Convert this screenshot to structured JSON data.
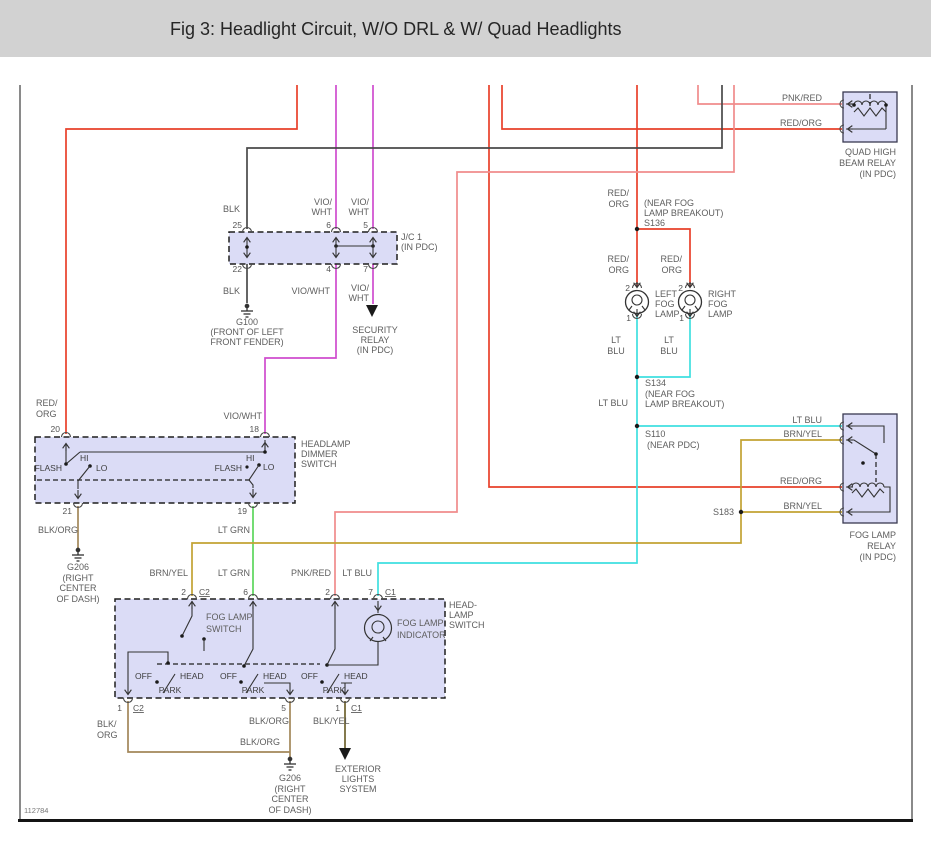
{
  "title": "Fig 3: Headlight Circuit, W/O DRL & W/ Quad Headlights",
  "sheet_id": "112784",
  "colors": {
    "title_band": "#d2d2d2",
    "page_bg": "#ffffff",
    "box_fill": "#dbdcf6",
    "red_org": "#e8402a",
    "pnk_red": "#f08c8c",
    "vio_wht": "#cf4cce",
    "blk": "#4a4a4a",
    "lt_blu": "#3fdfe0",
    "lt_grn": "#5cd65c",
    "brn_yel": "#c2a233",
    "blk_org": "#a3875a",
    "blk_yel": "#6f622e"
  },
  "wire_labels": {
    "blk": "BLK",
    "vio": "VIO/",
    "wht": "WHT",
    "vio_wht": "VIO/WHT",
    "red": "RED/",
    "org": "ORG",
    "red_org": "RED/ORG",
    "pnk_red": "PNK/RED",
    "lt": "LT",
    "blu": "BLU",
    "lt_blu": "LT BLU",
    "lt_grn": "LT GRN",
    "brn_yel": "BRN/YEL",
    "blk_": "BLK/",
    "blk_org": "BLK/ORG",
    "blk_yel": "BLK/YEL"
  },
  "jc1": {
    "name": "J/C 1",
    "loc": "(IN PDC)",
    "p25": "25",
    "p6": "6",
    "p5": "5",
    "p22": "22",
    "p4": "4",
    "p7": "7"
  },
  "g100": {
    "name": "G100",
    "loc1": "(FRONT OF LEFT",
    "loc2": "FRONT FENDER)"
  },
  "security_relay": {
    "l1": "SECURITY",
    "l2": "RELAY",
    "l3": "(IN PDC)"
  },
  "quad_relay": {
    "l1": "QUAD HIGH",
    "l2": "BEAM RELAY",
    "l3": "(IN PDC)"
  },
  "fog_relay": {
    "l1": "FOG LAMP",
    "l2": "RELAY",
    "l3": "(IN PDC)"
  },
  "splices": {
    "s136_1": "(NEAR FOG",
    "s136_2": "LAMP BREAKOUT)",
    "s136_3": "S136",
    "s134_1": "S134",
    "s134_2": "(NEAR FOG",
    "s134_3": "LAMP BREAKOUT)",
    "s110_1": "S110",
    "s110_2": "(NEAR PDC)",
    "s183": "S183"
  },
  "left_fog_lamp": {
    "l1": "LEFT",
    "l2": "FOG",
    "l3": "LAMP",
    "pin2": "2",
    "pin1": "1"
  },
  "right_fog_lamp": {
    "l1": "RIGHT",
    "l2": "FOG",
    "l3": "LAMP",
    "pin2": "2",
    "pin1": "1"
  },
  "dimmer": {
    "n1": "HEADLAMP",
    "n2": "DIMMER",
    "n3": "SWITCH",
    "p20": "20",
    "p18": "18",
    "p21": "21",
    "p19": "19",
    "flash": "FLASH",
    "hi": "HI",
    "lo": "LO"
  },
  "g206_dimmer": {
    "name": "G206",
    "loc1": "(RIGHT",
    "loc2": "CENTER",
    "loc3": "OF DASH)"
  },
  "headlamp_switch": {
    "n1": "HEAD-",
    "n2": "LAMP",
    "n3": "SWITCH",
    "fogsw1": "FOG LAMP",
    "fogsw2": "SWITCH",
    "ind1": "FOG LAMP",
    "ind2": "INDICATOR",
    "off": "OFF",
    "park": "PARK",
    "head": "HEAD",
    "p2": "2",
    "c2": "C2",
    "p6": "6",
    "p7": "7",
    "c1": "C1",
    "p1": "1",
    "p5": "5"
  },
  "g206_switch": {
    "name": "G206",
    "loc1": "(RIGHT",
    "loc2": "CENTER",
    "loc3": "OF DASH)"
  },
  "exterior": {
    "l1": "EXTERIOR",
    "l2": "LIGHTS",
    "l3": "SYSTEM"
  }
}
